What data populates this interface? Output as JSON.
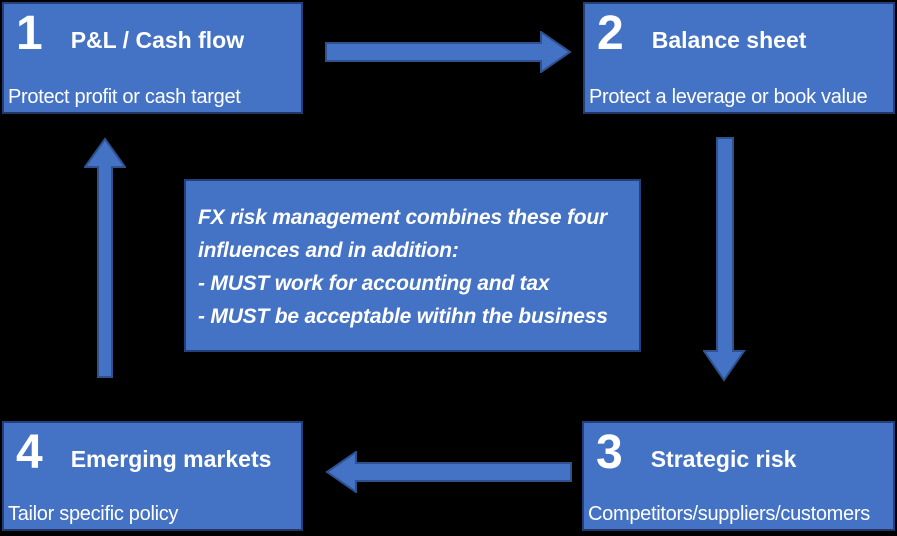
{
  "diagram": {
    "description": "FX risk management four-influence cycle diagram",
    "colors": {
      "background": "#000000",
      "box_fill": "#4472C4",
      "box_border": "#1F3864",
      "arrow_fill": "#4472C4",
      "arrow_border": "#2F528F",
      "text": "#FFFFFF"
    },
    "boxes": [
      {
        "number": "1",
        "title": "P&L / Cash flow",
        "subtitle": "Protect profit or cash target",
        "position": "top-left"
      },
      {
        "number": "2",
        "title": "Balance sheet",
        "subtitle": "Protect a leverage or book value",
        "position": "top-right"
      },
      {
        "number": "3",
        "title": "Strategic risk",
        "subtitle": "Competitors/suppliers/customers",
        "position": "bottom-right"
      },
      {
        "number": "4",
        "title": "Emerging markets",
        "subtitle": "Tailor specific policy",
        "position": "bottom-left"
      }
    ],
    "center_note": {
      "lines": [
        "FX risk management combines these four",
        "influences and in addition:",
        " - MUST work for accounting and tax",
        "- MUST be acceptable witihn the business"
      ]
    },
    "arrows": [
      {
        "icon": "arrow-right-icon",
        "from": "1",
        "to": "2",
        "direction": "right"
      },
      {
        "icon": "arrow-down-icon",
        "from": "2",
        "to": "3",
        "direction": "down"
      },
      {
        "icon": "arrow-left-icon",
        "from": "3",
        "to": "4",
        "direction": "left"
      },
      {
        "icon": "arrow-up-icon",
        "from": "4",
        "to": "1",
        "direction": "up"
      }
    ]
  }
}
